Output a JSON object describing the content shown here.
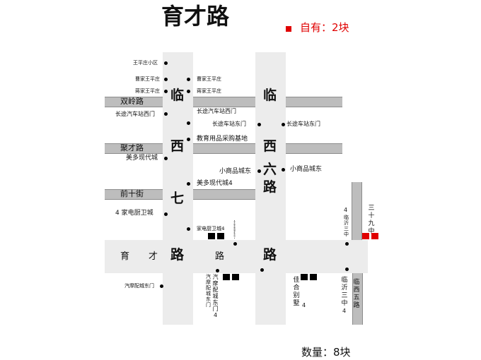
{
  "title": "育才路",
  "legend": {
    "marker_color": "#e00000",
    "text": "自有：2块"
  },
  "footer": "数量：8块",
  "roads": {
    "shuangling": "双岭路",
    "jucai": "聚才路",
    "qianshi": "前十街",
    "linxi_qi": [
      "临",
      "西",
      "七",
      "路"
    ],
    "linxi_liu": [
      "临",
      "西",
      "六",
      "路"
    ],
    "yucai_road": [
      "育",
      "才",
      "路",
      "路"
    ],
    "linxi_wu": "临西五路",
    "sanshijiu": "三十九中"
  },
  "labels": {
    "wangping_xiaoqu": "王平庄小区",
    "caojia_left": "曹家王平庄",
    "caojia_right": "曹家王平庄",
    "jiangjia_left": "蒋家王平庄",
    "jiangjia_right": "蒋家王平庄",
    "changtu_west_left": "长途汽车站西门",
    "changtu_west_right": "长途汽车站西门",
    "changtu_east_left": "长途车站东门",
    "changtu_east_right": "长途车站东门",
    "jiaoyu": "教育用品采购基地",
    "meiduo_left": "美多现代城",
    "meiduo_right": "美多现代城4",
    "xiaoshangpin_left": "小商品城东",
    "xiaoshangpin_right": "小商品城东",
    "jiadian_left": "4 家电厨卫城",
    "jiadian_right": "家电厨卫城4",
    "linyi_sanzhong_top_num": "4",
    "linyi_sanzhong_top": "临沂三中",
    "qimo_left": "汽摩配城东门",
    "qimo_vert_a": "汽摩配城东门",
    "qimo_vert_b": "汽摩配城东门4",
    "jiahe": "佳合别墅",
    "jiahe_num": "4",
    "linyi_sanzhong_bottom": "临沂三中",
    "linyi_sanzhong_bottom_num": "4",
    "sign_text": "小商品城东门"
  }
}
